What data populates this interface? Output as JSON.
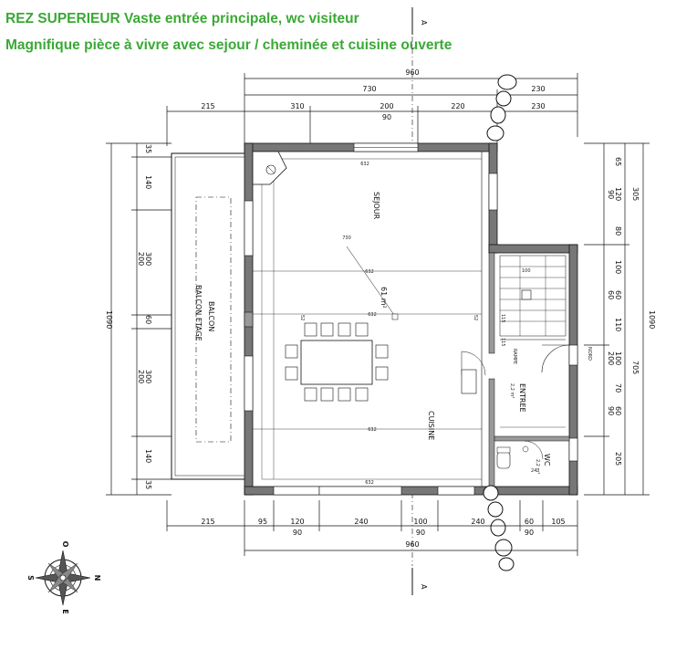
{
  "header": {
    "line1": "REZ SUPERIEUR Vaste entrée principale, wc visiteur",
    "line2": "Magnifique pièce à vivre avec sejour / cheminée et cuisine ouverte"
  },
  "colors": {
    "header_green": "#3aa935",
    "wall": "#666666",
    "line": "#111111"
  },
  "section_marker": "A",
  "rooms": {
    "sejour": "SEJOUR",
    "cuisine": "CUISINE",
    "entree": "ENTREE",
    "entree_area": "2,2 m²",
    "wc": "WC",
    "wc_area": "2,2 m²",
    "balcon": "BALCON",
    "balcon_sub": "BALCON ETAGE",
    "living_area": "61 m²",
    "stairs": "RAMPE",
    "nord_window": "NORD"
  },
  "dims": {
    "top_total": "960",
    "top_main": "730",
    "top_right": "230",
    "top_parts": [
      "215",
      "310",
      "200",
      "220",
      "230"
    ],
    "top_sub": "90",
    "bottom_parts": [
      "215",
      "95",
      "120",
      "240",
      "100",
      "240",
      "60",
      "105"
    ],
    "bottom_sub": [
      "90",
      "90",
      "90"
    ],
    "bottom_total": "960",
    "left_parts": [
      "35",
      "140",
      "300",
      "200",
      "60",
      "300",
      "200",
      "140",
      "35"
    ],
    "left_total": "1090",
    "right_parts": [
      "65",
      "120",
      "90",
      "80",
      "100",
      "60",
      "60",
      "110",
      "100",
      "200",
      "70",
      "60",
      "90",
      "205"
    ],
    "right_totals": [
      "305",
      "705"
    ],
    "right_total": "1090",
    "inner": [
      "632",
      "730",
      "632",
      "632",
      "632",
      "632",
      "52",
      "52",
      "100",
      "115",
      "115",
      "24"
    ]
  },
  "compass": {
    "n": "N",
    "s": "S",
    "e": "E",
    "o": "O"
  }
}
